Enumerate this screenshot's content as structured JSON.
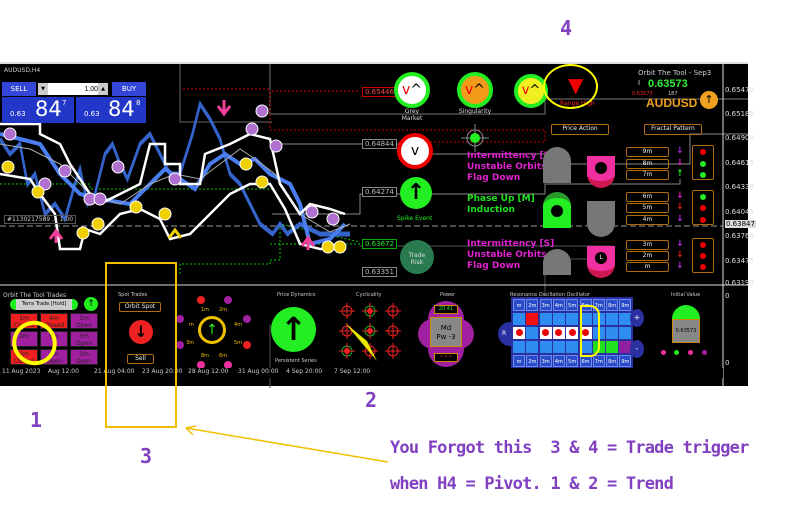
{
  "symbol_tab": "AUDUSD,H4",
  "ticket": {
    "sell_label": "SELL",
    "buy_label": "BUY",
    "lot": "1.00",
    "sell_prefix": "0.63",
    "sell_big": "84",
    "sell_sup": "7",
    "buy_prefix": "0.63",
    "buy_big": "84",
    "buy_sup": "8"
  },
  "order_line": "#1130217589 ... 1.00",
  "levels": [
    "0.65446",
    "0.64844",
    "0.64274",
    "0.63672",
    "0.63351"
  ],
  "price_axis": [
    "0.65470",
    "0.65185",
    "0.64900",
    "0.64615",
    "0.64330",
    "0.64045",
    "0.63847",
    "0.63760",
    "0.63475",
    "0.63190",
    "0",
    "0"
  ],
  "time_axis": [
    "11 Aug 2023",
    "Aug 12:00",
    "21 Aug 04:00",
    "23 Aug 20:00",
    "28 Aug 12:00",
    "31 Aug 00:00",
    "4 Sep 20:00",
    "7 Sep 12:00"
  ],
  "panel": {
    "title": "Orbit The Tool - Sep3",
    "price": "0.63573",
    "small_price": "0.63573",
    "count": "187",
    "symbol": "AUDUSD",
    "marker": "I",
    "gauges": [
      "Grey Market",
      "Singularity",
      "Range High"
    ],
    "price_action": "Price Action",
    "fractal_pattern": "Fractal Pattern",
    "spike": "Spike Event",
    "trade_risk": "Trade Risk",
    "status_l": [
      "Intermittency [L]",
      "Unstable Orbits",
      "Flag Down"
    ],
    "status_m": [
      "Phase Up [M]",
      "Induction"
    ],
    "status_s": [
      "Intermittency [S]",
      "Unstable Orbits",
      "Flag Down"
    ],
    "timeframes": [
      "9m",
      "8m",
      "7m",
      "6m",
      "5m",
      "4m",
      "3m",
      "2m",
      "m"
    ],
    "arrows": [
      "↓",
      "↓",
      "↑",
      "↓",
      "↓",
      "↓",
      "↓",
      "↓",
      "↓"
    ],
    "arrow_colors": [
      "#b030e0",
      "#e020c0",
      "#20e020",
      "#e020c0",
      "#e02020",
      "#b030e0",
      "#b030e0",
      "#e02020",
      "#b030e0"
    ],
    "dot_colors": [
      "#e00",
      "#2e2",
      "#2e2",
      "#2e2",
      "#e00",
      "#e00",
      "#e00",
      "#e00",
      "#e00"
    ]
  },
  "bottom": {
    "trades_title": "Orbit The Tool Trades",
    "trade_mode": "Terra Trade [Hold]",
    "cells": [
      [
        "1m",
        "Closed",
        "#f02020"
      ],
      [
        "4m",
        "Closed",
        "#f02020"
      ],
      [
        "1m",
        "Open",
        "#a020a0"
      ],
      [
        "2m",
        "",
        "#a020a0"
      ],
      [
        "6m",
        "",
        "#a020a0"
      ],
      [
        "3m",
        "Open",
        "#a020a0"
      ],
      [
        "2m",
        "Closed",
        "#f02020"
      ],
      [
        "8m",
        "Open",
        "#a020a0"
      ],
      [
        "3m",
        "Open",
        "#a020a0"
      ]
    ],
    "spot_title": "Spot Trades",
    "spot_button": "Orbit Spot",
    "sell_button": "Sell",
    "dial_labels": [
      "1m",
      "2m",
      "4m",
      "5m",
      "6m",
      "8m",
      "3m",
      "m"
    ],
    "price_dynamics": "Price Dynamics",
    "persistent": "Persistent Series",
    "cyclicality": "Cyclicality",
    "power": "Power",
    "power_value": "20.41",
    "power_mid": "Md",
    "power_pw": "Pw -3",
    "osc_title": "Resonance Oscillation Oscillator",
    "osc_cols": [
      "m",
      "2m",
      "3m",
      "4m",
      "5m",
      "6m",
      "7m",
      "8m",
      "9m"
    ],
    "osc_r": "R",
    "osc_plus": "+",
    "osc_minus": "-",
    "initial_title": "Initial Value",
    "initial_value": "0.63573"
  },
  "annotations": {
    "n1": "1",
    "n2": "2",
    "n3": "3",
    "n4": "4",
    "line1": "You Forgot this  3 & 4 = Trade trigger",
    "line2": "when H4 = Pivot. 1 & 2 = Trend"
  },
  "colors": {
    "annotation": "#8040c0",
    "highlight": "#f0c000",
    "marker": "#ffff00"
  }
}
